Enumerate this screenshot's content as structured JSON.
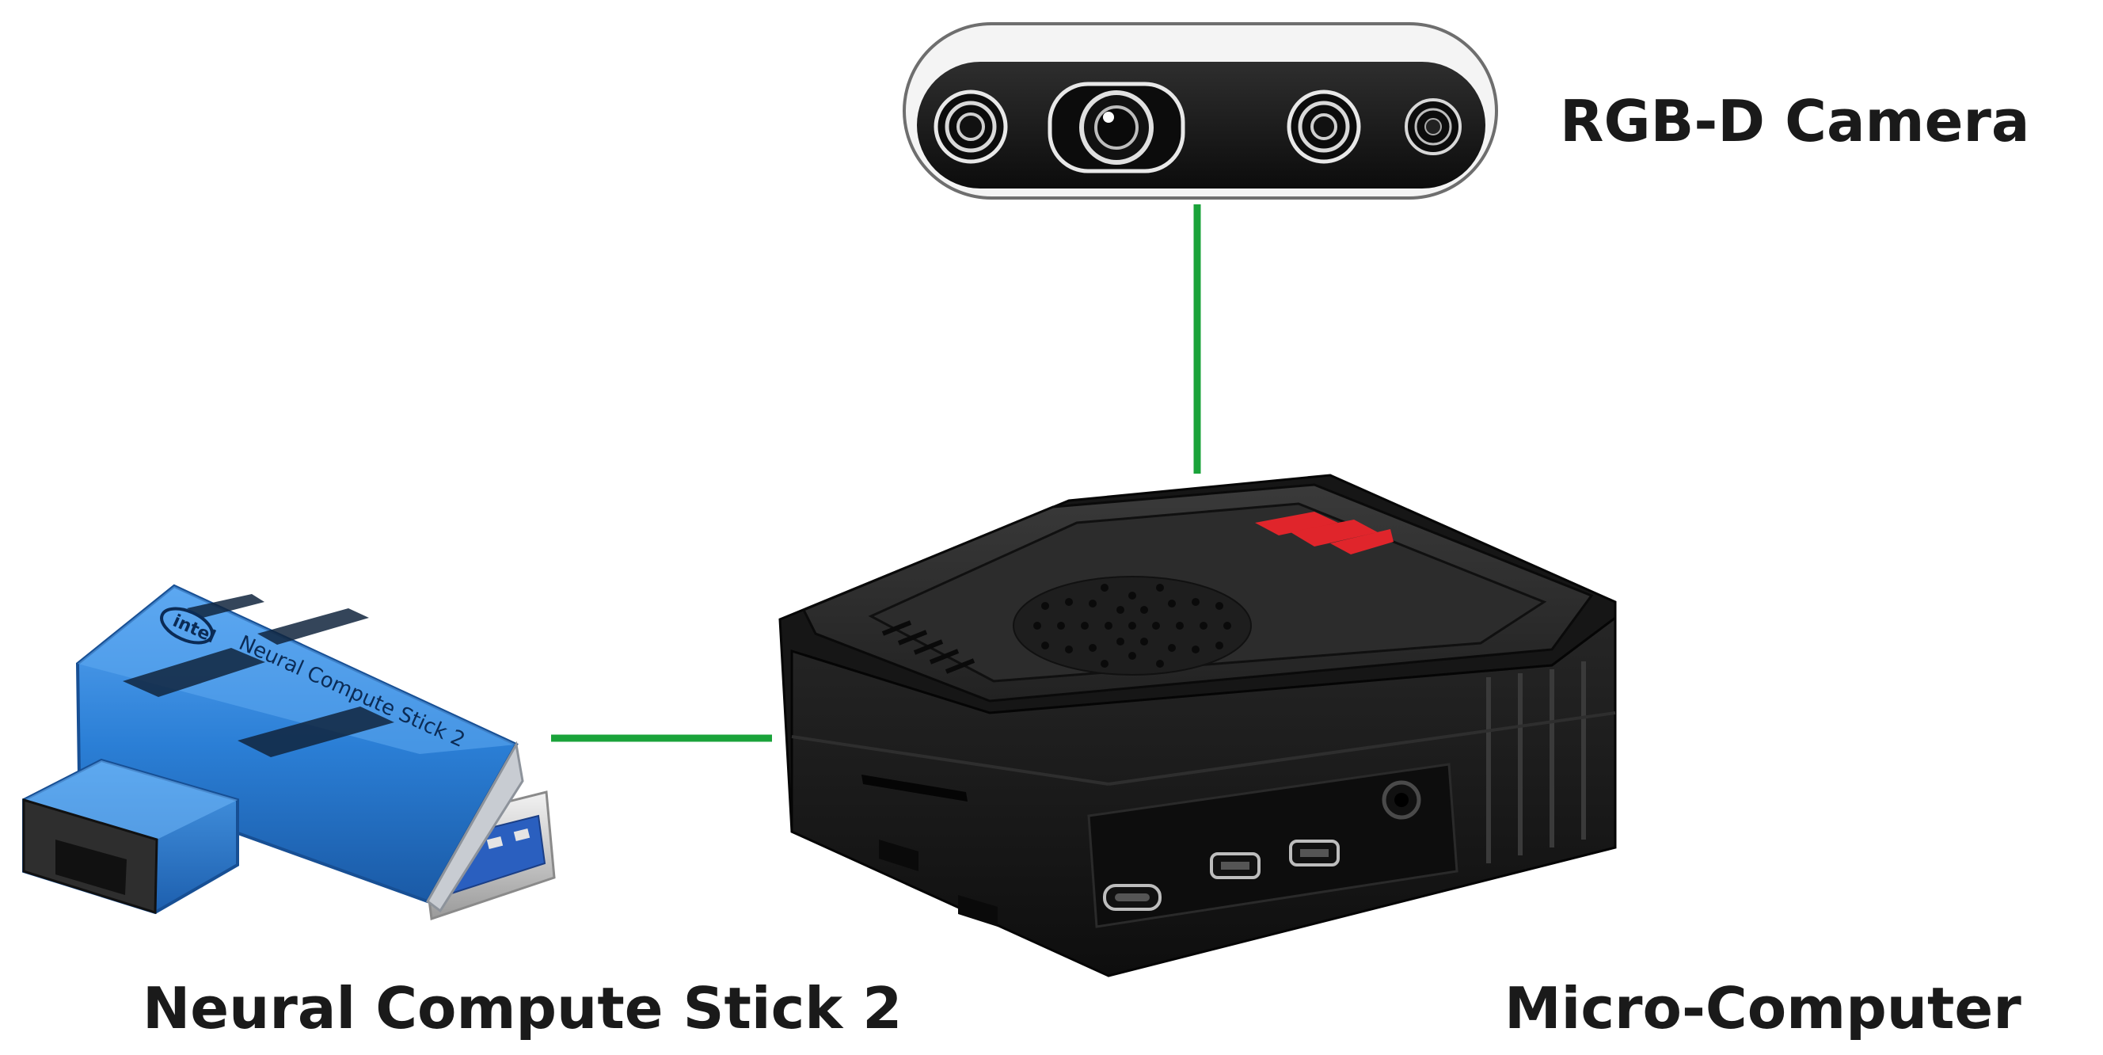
{
  "labels": {
    "camera": "RGB-D Camera",
    "stick": "Neural Compute Stick 2",
    "computer": "Micro-Computer"
  },
  "stick_branding": {
    "brand": "intel",
    "product": "Neural Compute Stick 2"
  },
  "colors": {
    "connector": "#1aa33a",
    "stick_body": "#2b7fd6",
    "case_body": "#1c1c1c",
    "accent_red": "#e0252b",
    "camera_face": "#1a1a1a"
  },
  "connections": [
    {
      "from": "camera",
      "to": "computer"
    },
    {
      "from": "stick",
      "to": "computer"
    }
  ]
}
